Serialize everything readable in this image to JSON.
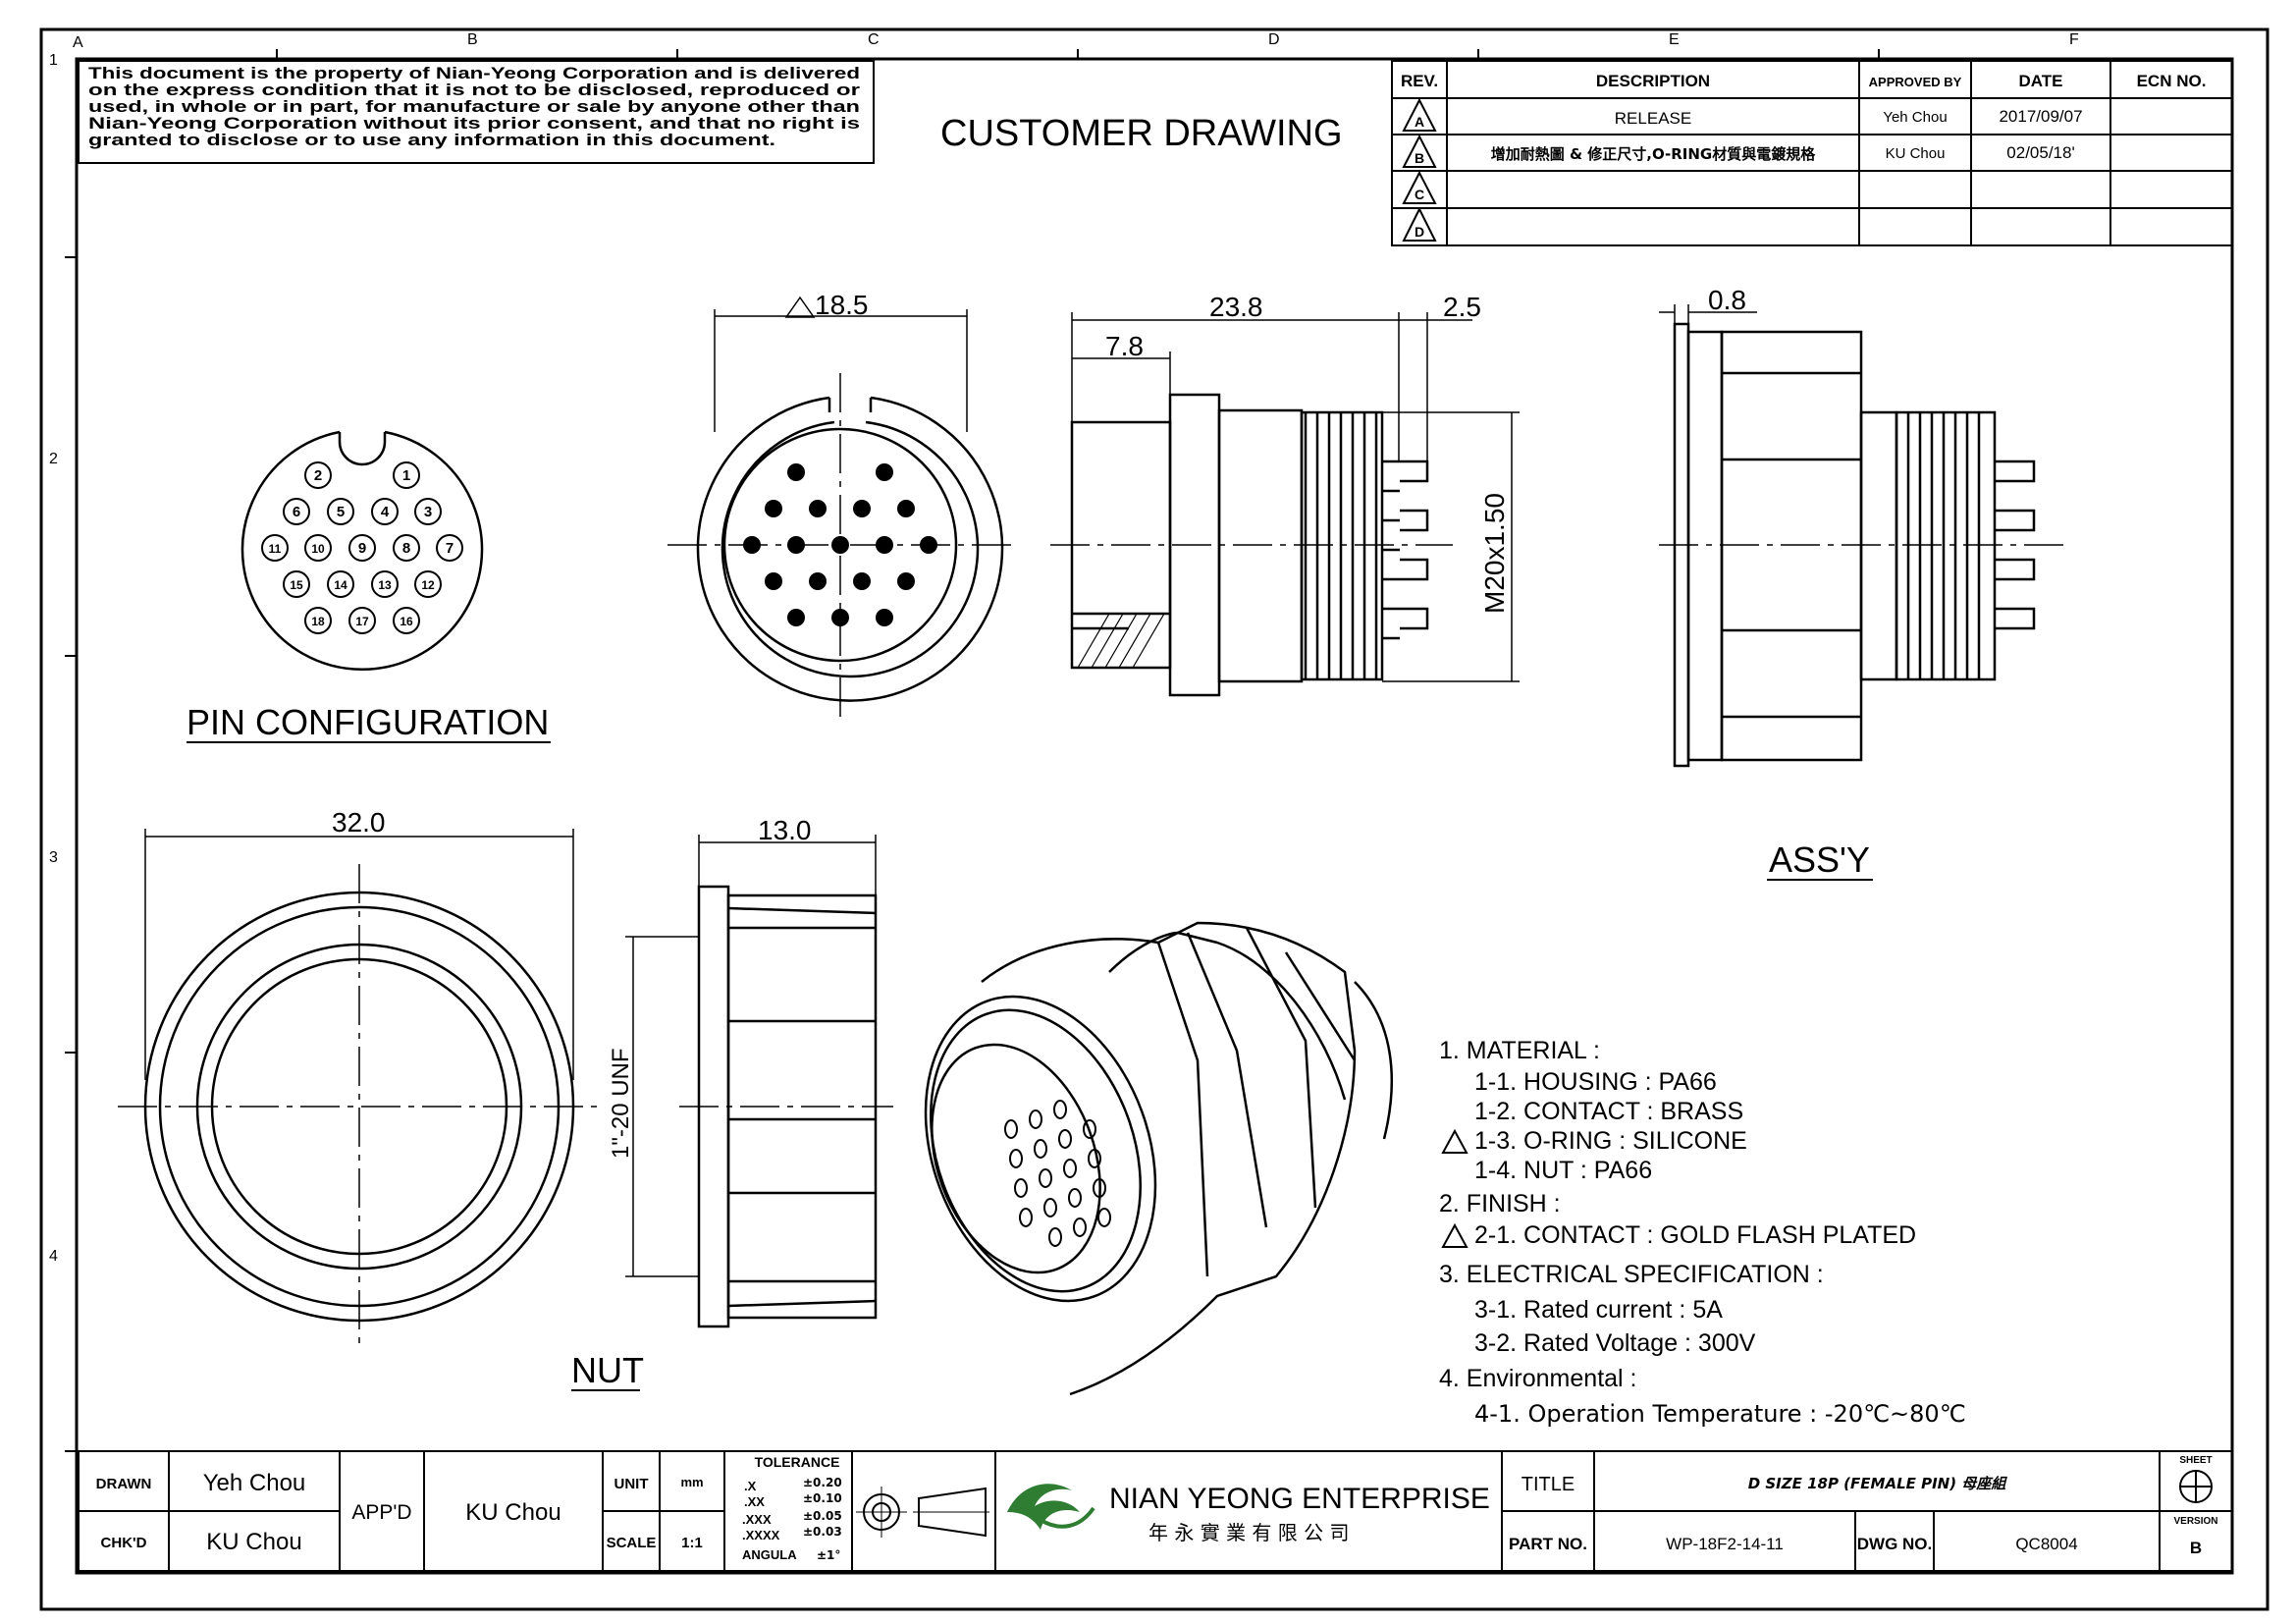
{
  "zone_letters": [
    "A",
    "B",
    "C",
    "D",
    "E",
    "F"
  ],
  "zone_numbers": [
    "1",
    "2",
    "3",
    "4"
  ],
  "notice": [
    "This document is the property of Nian-Yeong Corporation and is delivered",
    "on  the  express condition that it is not to be disclosed, reproduced or",
    "used, in whole or in part, for manufacture or sale by anyone other than",
    "Nian-Yeong Corporation without  its prior consent, and that  no right  is",
    "granted to disclose or to use any information in this  document."
  ],
  "header_title": "CUSTOMER  DRAWING",
  "revision_table": {
    "headers": {
      "rev": "REV.",
      "description": "DESCRIPTION",
      "approved": "APPROVED BY",
      "date": "DATE",
      "ecn": "ECN NO."
    },
    "rows": [
      {
        "rev": "A",
        "description": "RELEASE",
        "approved": "Yeh Chou",
        "date": "2017/09/07",
        "ecn": ""
      },
      {
        "rev": "B",
        "description": "增加耐熱圖  &  修正尺寸,O-RING材質與電鍍規格",
        "approved": "KU Chou",
        "date": "02/05/18'",
        "ecn": ""
      },
      {
        "rev": "C",
        "description": "",
        "approved": "",
        "date": "",
        "ecn": ""
      },
      {
        "rev": "D",
        "description": "",
        "approved": "",
        "date": "",
        "ecn": ""
      }
    ]
  },
  "pin_configuration": {
    "label": "PIN  CONFIGURATION",
    "pins": [
      "1",
      "2",
      "3",
      "4",
      "5",
      "6",
      "7",
      "8",
      "9",
      "10",
      "11",
      "12",
      "13",
      "14",
      "15",
      "16",
      "17",
      "18"
    ]
  },
  "dimensions": {
    "front_diameter": "18.5",
    "body_length": "23.8",
    "flange_offset": "7.8",
    "thread_length": "2.5",
    "thread_spec": "M20x1.50",
    "gasket": "0.8",
    "nut_diameter": "32.0",
    "nut_width": "13.0",
    "nut_thread": "1\"-20 UNF"
  },
  "view_labels": {
    "nut": "NUT",
    "assy": "ASS'Y"
  },
  "notes": [
    "1.  MATERIAL  :",
    "1-1.  HOUSING  :  PA66",
    "1-2.  CONTACT  :  BRASS",
    "1-3.  O-RING  :  SILICONE",
    "1-4.  NUT  :  PA66",
    "2.  FINISH  :",
    "2-1.  CONTACT  :  GOLD  FLASH  PLATED",
    "3.  ELECTRICAL  SPECIFICATION  :",
    "3-1.  Rated  current  :  5A",
    "3-2.  Rated  Voltage  :  300V",
    "4.  Environmental  :",
    "4-1.  Operation  Temperature  :  -20℃~80℃"
  ],
  "title_block": {
    "drawn_label": "DRAWN",
    "drawn_value": "Yeh Chou",
    "chkd_label": "CHK'D",
    "chkd_value": "KU Chou",
    "appd_label": "APP'D",
    "appd_value": "KU Chou",
    "unit_label": "UNIT",
    "unit_value": "mm",
    "scale_label": "SCALE",
    "scale_value": "1:1",
    "tolerance_label": "TOLERANCE",
    "tolerances": [
      {
        "k": ".X",
        "v": "±0.20"
      },
      {
        "k": ".XX",
        "v": "±0.10"
      },
      {
        "k": ".XXX",
        "v": "±0.05"
      },
      {
        "k": ".XXXX",
        "v": "±0.03"
      },
      {
        "k": "ANGULA",
        "v": "±1°"
      }
    ],
    "company_en": "NIAN YEONG ENTERPRISE",
    "company_zh": "年 永 實 業 有 限 公 司",
    "title_label": "TITLE",
    "title_value": "D SIZE 18P (FEMALE PIN) 母座組",
    "part_label": "PART NO.",
    "part_value": "WP-18F2-14-11",
    "dwg_label": "DWG NO.",
    "dwg_value": "QC8004",
    "sheet_label": "SHEET",
    "version_label": "VERSION",
    "version_value": "B"
  },
  "colors": {
    "ink": "#000000",
    "logo_green": "#2e7d32"
  }
}
